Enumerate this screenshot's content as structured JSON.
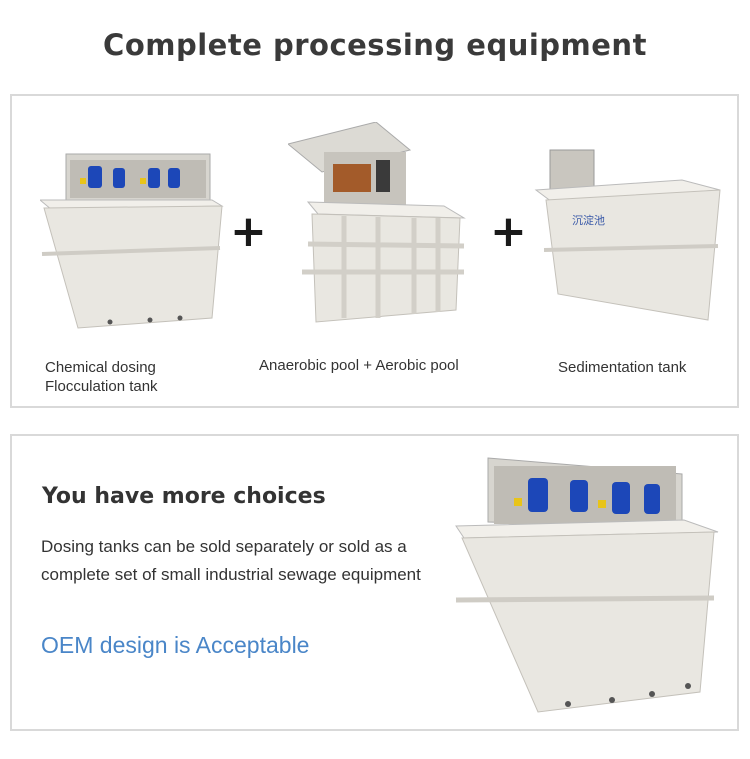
{
  "header": {
    "title": "Complete processing equipment"
  },
  "products": [
    {
      "caption_line1": "Chemical dosing",
      "caption_line2": "Flocculation tank"
    },
    {
      "caption_line1": "Anaerobic pool + Aerobic pool"
    },
    {
      "caption_line1": "Sedimentation tank"
    }
  ],
  "plus_sign": "+",
  "choices": {
    "heading": "You have more choices",
    "description": "Dosing tanks can be sold separately or sold as a complete set of small industrial sewage equipment",
    "oem": "OEM design is Acceptable"
  },
  "colors": {
    "tank": "#e9e7e1",
    "motor": "#1c47b8",
    "oem_text": "#4a86c8"
  },
  "tank_label": "沉淀池"
}
